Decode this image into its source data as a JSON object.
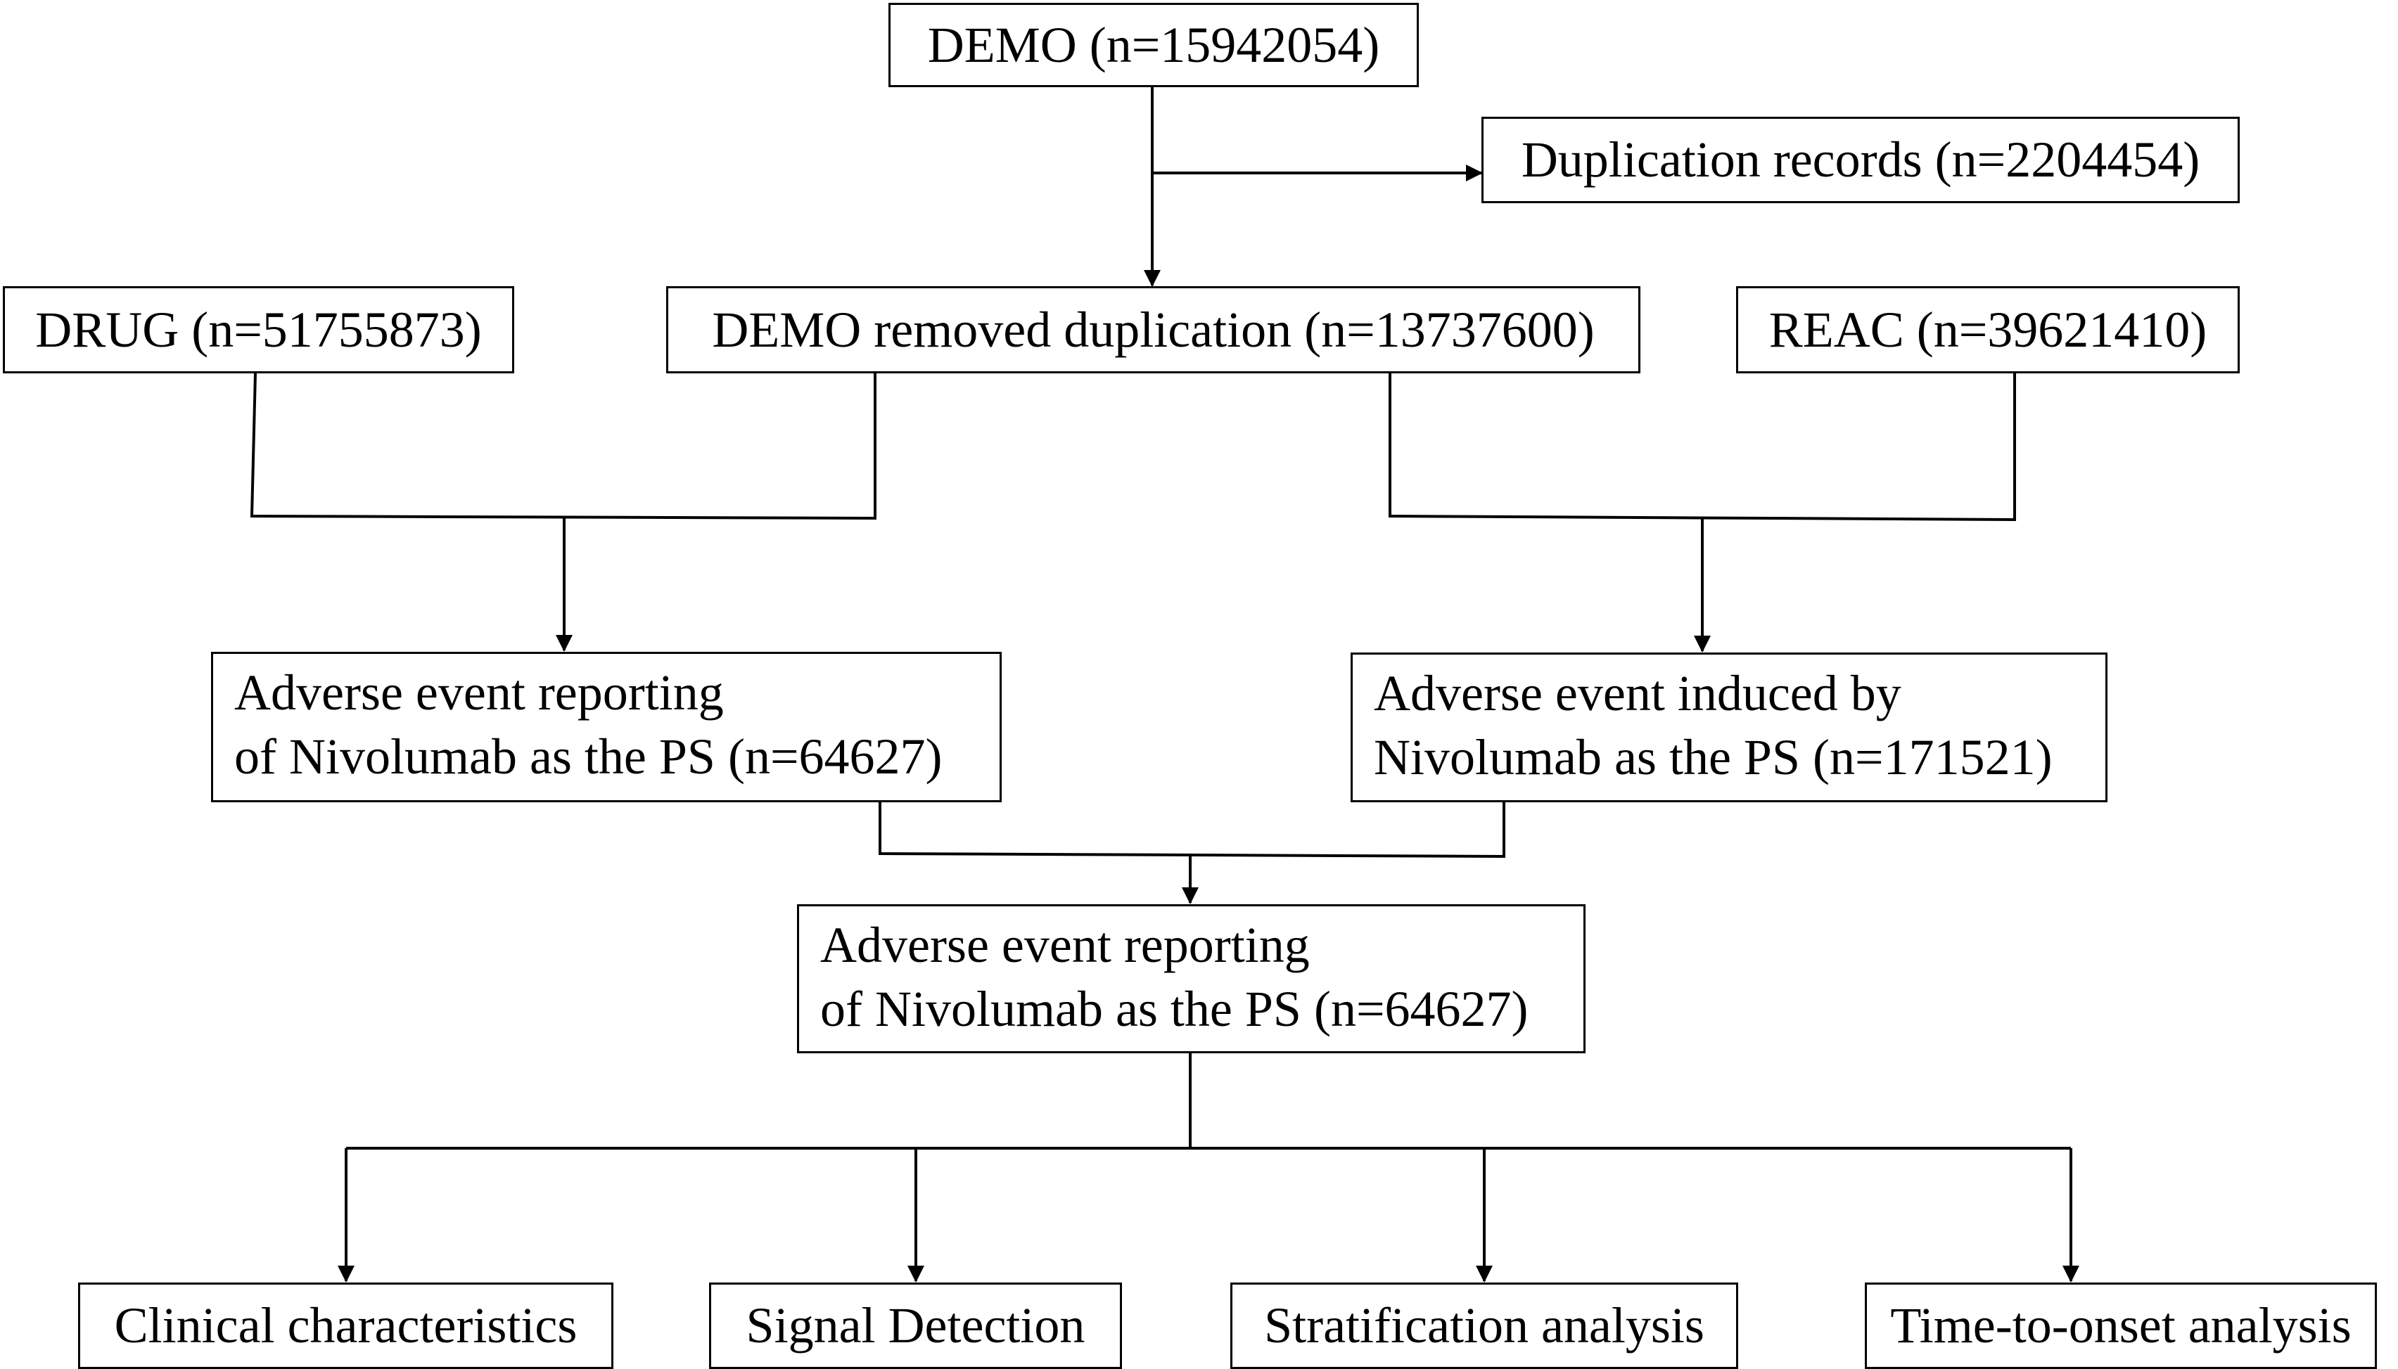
{
  "flow": {
    "demo": "DEMO (n=15942054)",
    "duplication_records": "Duplication records (n=2204454)",
    "drug": "DRUG (n=51755873)",
    "demo_removed": "DEMO removed duplication (n=13737600)",
    "reac": "REAC (n=39621410)",
    "ae_reporting_left": {
      "line1": "Adverse event reporting",
      "line2": "of Nivolumab as the PS (n=64627)"
    },
    "ae_induced": {
      "line1": "Adverse event induced by",
      "line2": "Nivolumab as the PS (n=171521)"
    },
    "ae_reporting_final": {
      "line1": "Adverse event reporting",
      "line2": "of Nivolumab as the PS (n=64627)"
    },
    "outputs": {
      "clinical": "Clinical characteristics",
      "signal": "Signal Detection",
      "stratification": "Stratification analysis",
      "time_to_onset": "Time-to-onset analysis"
    }
  },
  "colors": {
    "line": "#000000",
    "box_border": "#000000",
    "background": "#ffffff",
    "text": "#000000"
  }
}
